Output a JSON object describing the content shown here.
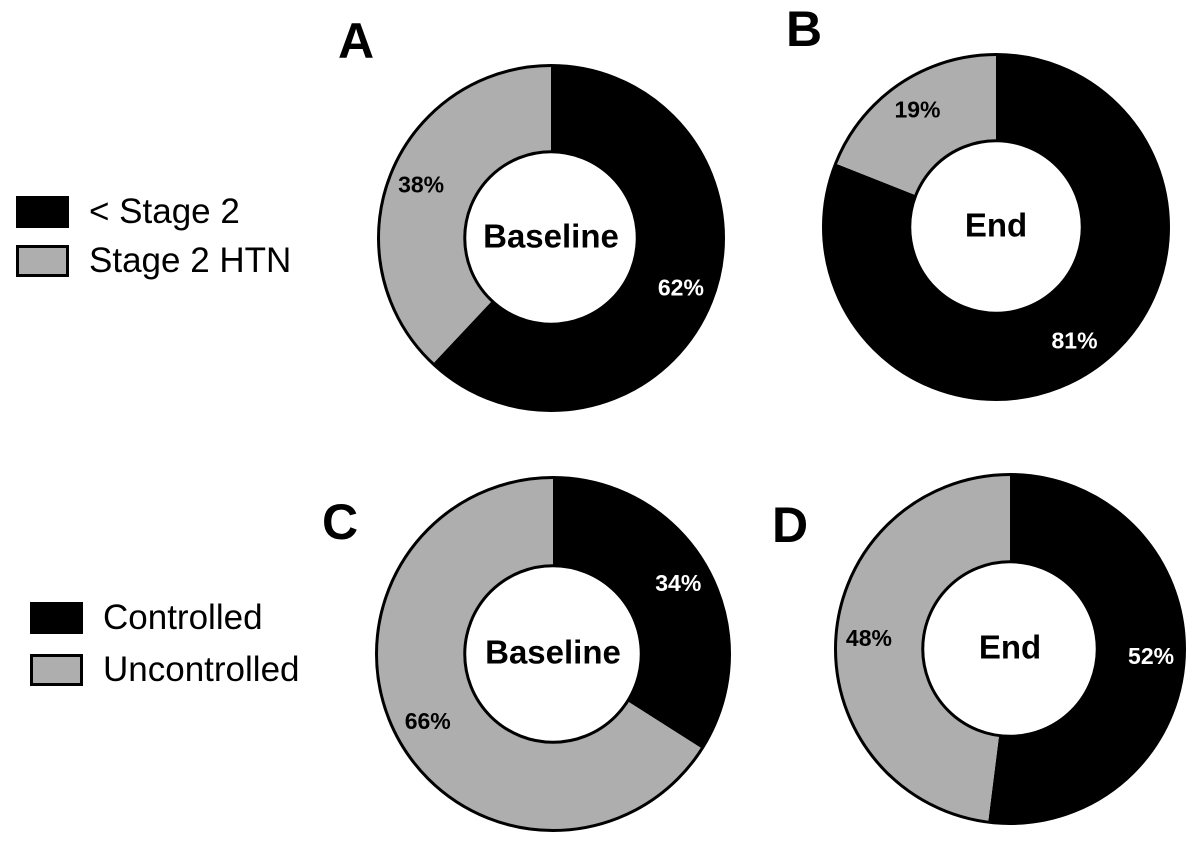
{
  "figure": {
    "background_color": "#ffffff",
    "black_color": "#000000",
    "gray_color": "#aeaeae",
    "white_color": "#ffffff"
  },
  "legends": [
    {
      "name": "hypertension-stage-legend",
      "items": [
        {
          "label": "< Stage 2",
          "color": "#000000",
          "swatch": "black-swatch"
        },
        {
          "label": "Stage 2 HTN",
          "color": "#aeaeae",
          "swatch": "gray-swatch"
        }
      ]
    },
    {
      "name": "blood-pressure-control-legend",
      "items": [
        {
          "label": "Controlled",
          "color": "#000000",
          "swatch": "black-swatch"
        },
        {
          "label": "Uncontrolled",
          "color": "#aeaeae",
          "swatch": "gray-swatch"
        }
      ]
    }
  ],
  "panels": [
    {
      "letter": "A",
      "center_label": "Baseline",
      "labels": {
        "black": "62%",
        "gray": "38%"
      }
    },
    {
      "letter": "B",
      "center_label": "End",
      "labels": {
        "black": "81%",
        "gray": "19%"
      }
    },
    {
      "letter": "C",
      "center_label": "Baseline",
      "labels": {
        "black": "34%",
        "gray": "66%"
      }
    },
    {
      "letter": "D",
      "center_label": "End",
      "labels": {
        "black": "52%",
        "gray": "48%"
      }
    }
  ],
  "chart_data": [
    {
      "type": "pie",
      "panel": "A",
      "title": "Baseline",
      "donut": true,
      "inner_radius_ratio": 0.5,
      "start_angle_deg": 0,
      "direction": "clockwise",
      "categories": [
        "< Stage 2",
        "Stage 2 HTN"
      ],
      "values": [
        62,
        38
      ],
      "value_labels": [
        "62%",
        "38%"
      ],
      "colors": [
        "#000000",
        "#aeaeae"
      ],
      "units": "percent"
    },
    {
      "type": "pie",
      "panel": "B",
      "title": "End",
      "donut": true,
      "inner_radius_ratio": 0.5,
      "start_angle_deg": 0,
      "direction": "clockwise",
      "categories": [
        "< Stage 2",
        "Stage 2 HTN"
      ],
      "values": [
        81,
        19
      ],
      "value_labels": [
        "81%",
        "19%"
      ],
      "colors": [
        "#000000",
        "#aeaeae"
      ],
      "units": "percent"
    },
    {
      "type": "pie",
      "panel": "C",
      "title": "Baseline",
      "donut": true,
      "inner_radius_ratio": 0.5,
      "start_angle_deg": 0,
      "direction": "clockwise",
      "categories": [
        "Controlled",
        "Uncontrolled"
      ],
      "values": [
        34,
        66
      ],
      "value_labels": [
        "34%",
        "66%"
      ],
      "colors": [
        "#000000",
        "#aeaeae"
      ],
      "units": "percent"
    },
    {
      "type": "pie",
      "panel": "D",
      "title": "End",
      "donut": true,
      "inner_radius_ratio": 0.5,
      "start_angle_deg": 0,
      "direction": "clockwise",
      "categories": [
        "Controlled",
        "Uncontrolled"
      ],
      "values": [
        52,
        48
      ],
      "value_labels": [
        "52%",
        "48%"
      ],
      "colors": [
        "#000000",
        "#aeaeae"
      ],
      "units": "percent"
    }
  ]
}
